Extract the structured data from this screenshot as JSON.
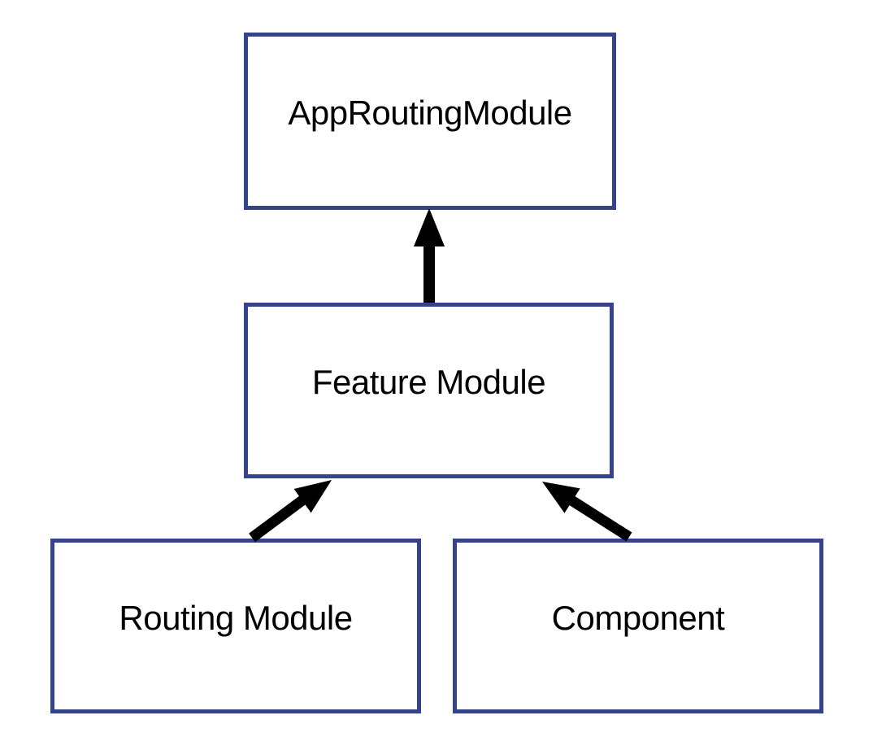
{
  "diagram": {
    "nodes": [
      {
        "id": "app-routing-module",
        "label": "AppRoutingModule"
      },
      {
        "id": "feature-module",
        "label": "Feature Module"
      },
      {
        "id": "routing-module",
        "label": "Routing Module"
      },
      {
        "id": "component",
        "label": "Component"
      }
    ],
    "edges": [
      {
        "from": "feature-module",
        "to": "app-routing-module",
        "direction": "up"
      },
      {
        "from": "routing-module",
        "to": "feature-module",
        "direction": "up-right"
      },
      {
        "from": "component",
        "to": "feature-module",
        "direction": "up-left"
      }
    ]
  },
  "colors": {
    "box_border": "#35428C",
    "box_fill": "#FFFFFF",
    "arrow": "#000000",
    "background": "#FFFFFF",
    "text": "#000000"
  }
}
